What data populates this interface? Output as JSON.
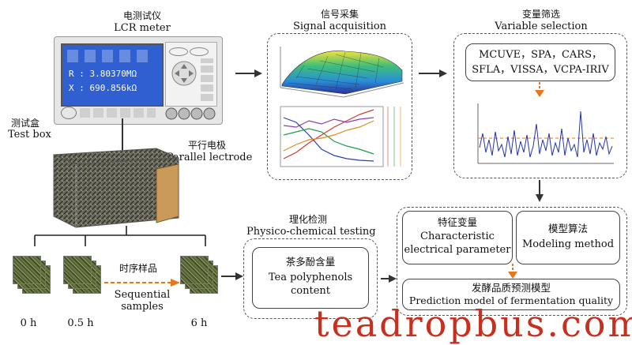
{
  "lcr": {
    "title_cn": "电测试仪",
    "title_en": "LCR meter",
    "screen_r": "R : 3.80370MΩ",
    "screen_x": "X : 690.856kΩ"
  },
  "test_box": {
    "title_cn": "测试盒",
    "title_en": "Test box"
  },
  "electrode": {
    "title_cn": "平行电极",
    "title_en": "Parallel lectrode"
  },
  "signal": {
    "title_cn": "信号采集",
    "title_en": "Signal acquisition"
  },
  "variable": {
    "title_cn": "变量筛选",
    "title_en": "Variable selection",
    "methods_line1": "MCUVE，SPA，CARS，",
    "methods_line2": "SFLA，VISSA，VCPA-IRIV"
  },
  "physico": {
    "title_cn": "理化检测",
    "title_en": "Physico-chemical testing",
    "item_cn": "茶多酚含量",
    "item_en_1": "Tea polyphenols",
    "item_en_2": "content"
  },
  "samples": {
    "label_cn": "时序样品",
    "label_en_1": "Sequential",
    "label_en_2": "samples",
    "t0": "0 h",
    "t1": "0.5 h",
    "t2": "6 h"
  },
  "model": {
    "feature_cn": "特征变量",
    "feature_en_1": "Characteristic",
    "feature_en_2": "electrical parameter",
    "algo_cn": "模型算法",
    "algo_en": "Modeling method",
    "pred_cn": "发酵品质预测模型",
    "pred_en": "Prediction model of fermentation quality"
  },
  "watermark": "teadropbus.com",
  "colors": {
    "arrow": "#333333",
    "orange_arrow": "#e8761a",
    "screen": "#2f5fd0",
    "spectrum": "#2233aa"
  }
}
